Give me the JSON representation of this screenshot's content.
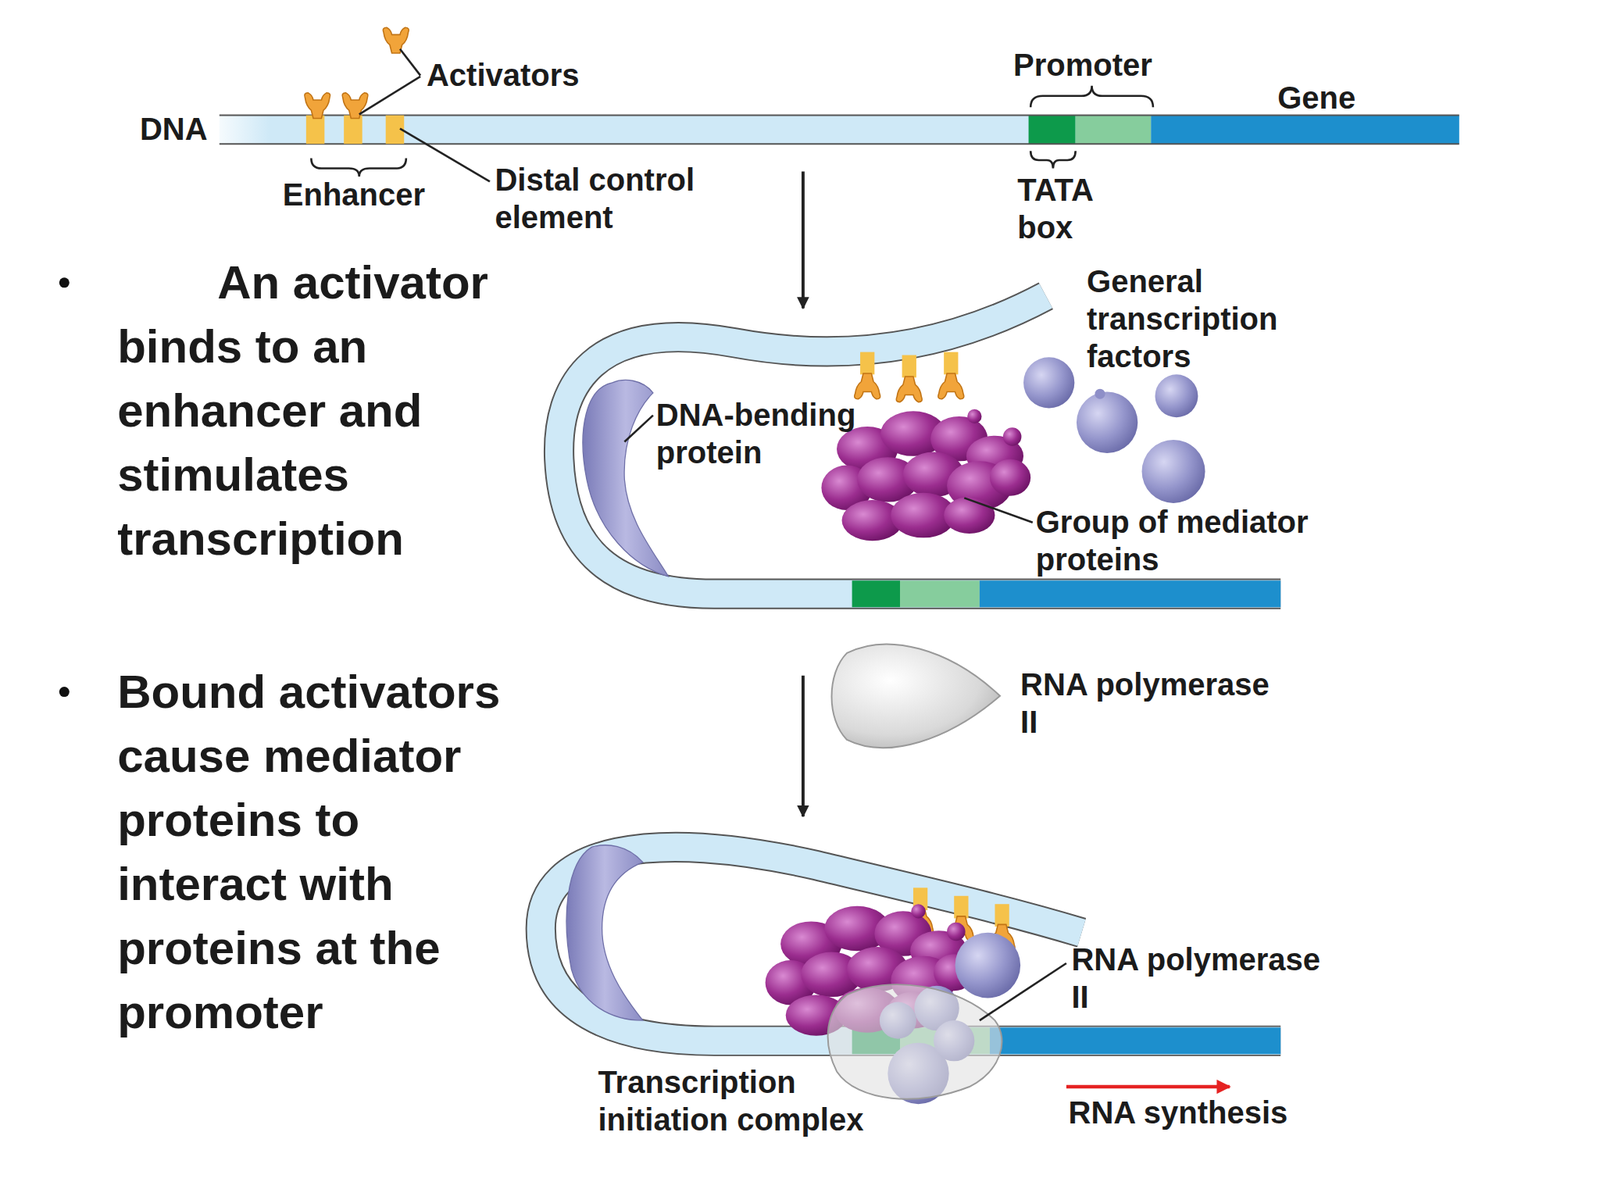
{
  "diagram": {
    "labels": [
      "Activators",
      "Promoter",
      "DNA",
      "Gene",
      "Enhancer",
      "Distal control element",
      "TATA box",
      "An activator binds to an enhancer and stimulates transcription",
      "General transcription factors",
      "DNA-bending protein",
      "Group of mediator proteins",
      "RNA polymerase II",
      "Bound activators cause mediator proteins to interact with proteins at the promoter",
      "RNA polymerase II",
      "Transcription initiation complex",
      "RNA synthesis"
    ]
  }
}
